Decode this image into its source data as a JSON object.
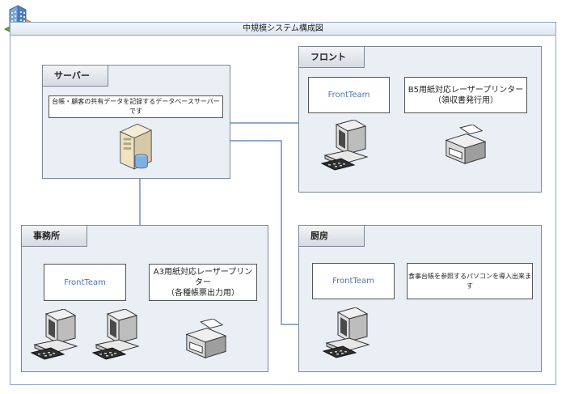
{
  "diagram": {
    "title": "中規模システム構成図"
  },
  "server": {
    "label": "サーバー",
    "description": "台帳・顧客の共有データを記録するデータベースサーバーです"
  },
  "front": {
    "label": "フロント",
    "app_label": "FrontTeam",
    "printer_label": "B5用紙対応レーザープリンター\n（領収書発行用）"
  },
  "office": {
    "label": "事務所",
    "app_label": "FrontTeam",
    "printer_label": "A3用紙対応レーザープリンター\n（各種帳票出力用）"
  },
  "kitchen": {
    "label": "厨房",
    "app_label": "FrontTeam",
    "description": "食事台帳を参照するパソコンを導入出来ます"
  },
  "colors": {
    "connector": "#6d8fc0",
    "group_fill": "#eaeff6",
    "app_text": "#4a78b8"
  }
}
